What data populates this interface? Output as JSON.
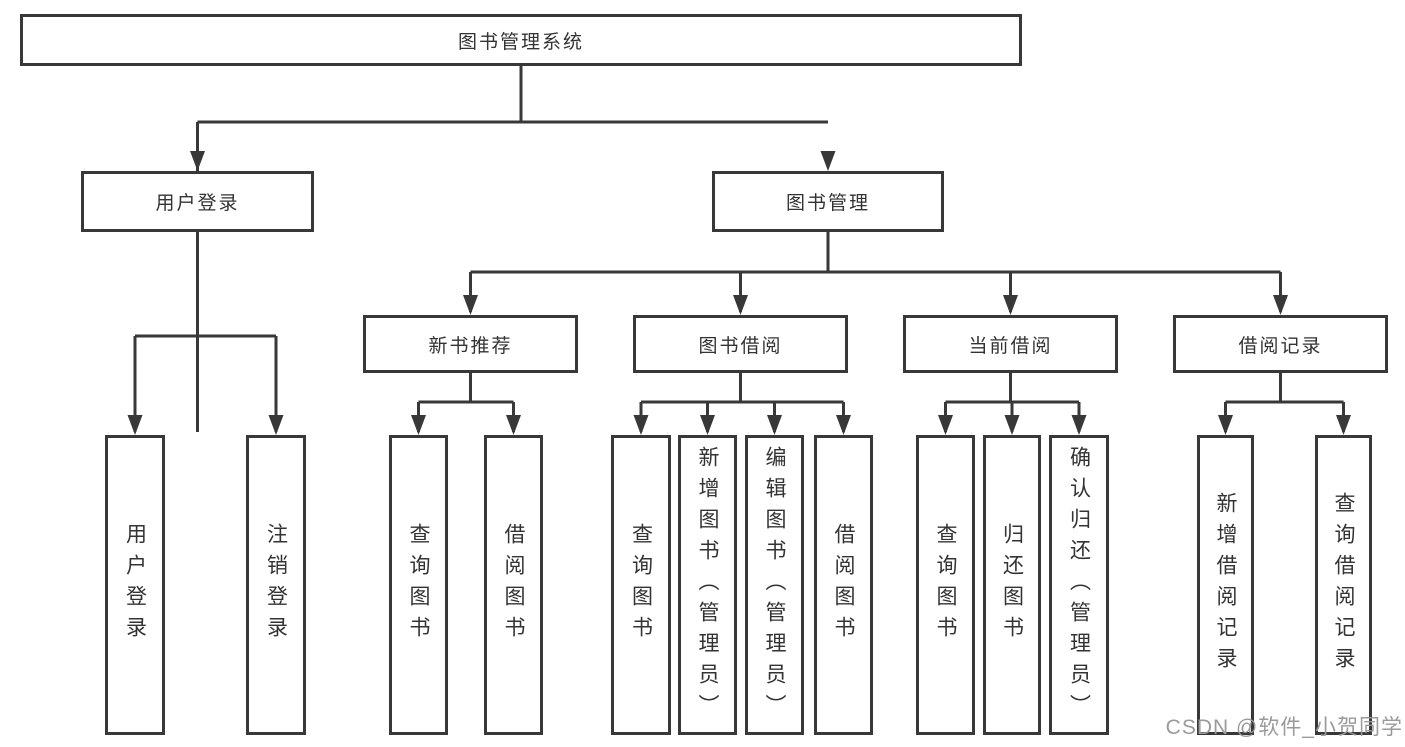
{
  "tree": {
    "label": "图书管理系统",
    "children": [
      {
        "label": "用户登录",
        "children": [
          {
            "label": "用户登录"
          },
          {
            "label": "注销登录"
          }
        ]
      },
      {
        "label": "图书管理",
        "children": [
          {
            "label": "新书推荐",
            "children": [
              {
                "label": "查询图书"
              },
              {
                "label": "借阅图书"
              }
            ]
          },
          {
            "label": "图书借阅",
            "children": [
              {
                "label": "查询图书"
              },
              {
                "label": "新增图书（管理员）"
              },
              {
                "label": "编辑图书（管理员）"
              },
              {
                "label": "借阅图书"
              }
            ]
          },
          {
            "label": "当前借阅",
            "children": [
              {
                "label": "查询图书"
              },
              {
                "label": "归还图书"
              },
              {
                "label": "确认归还（管理员）"
              }
            ]
          },
          {
            "label": "借阅记录",
            "children": [
              {
                "label": "新增借阅记录"
              },
              {
                "label": "查询借阅记录"
              }
            ]
          }
        ]
      }
    ]
  },
  "watermark": {
    "text": "CSDN @软件_小贺同学"
  },
  "colors": {
    "line": "#383838",
    "text": "#333333",
    "watermark": "#9a9a9a",
    "background": "#ffffff"
  }
}
